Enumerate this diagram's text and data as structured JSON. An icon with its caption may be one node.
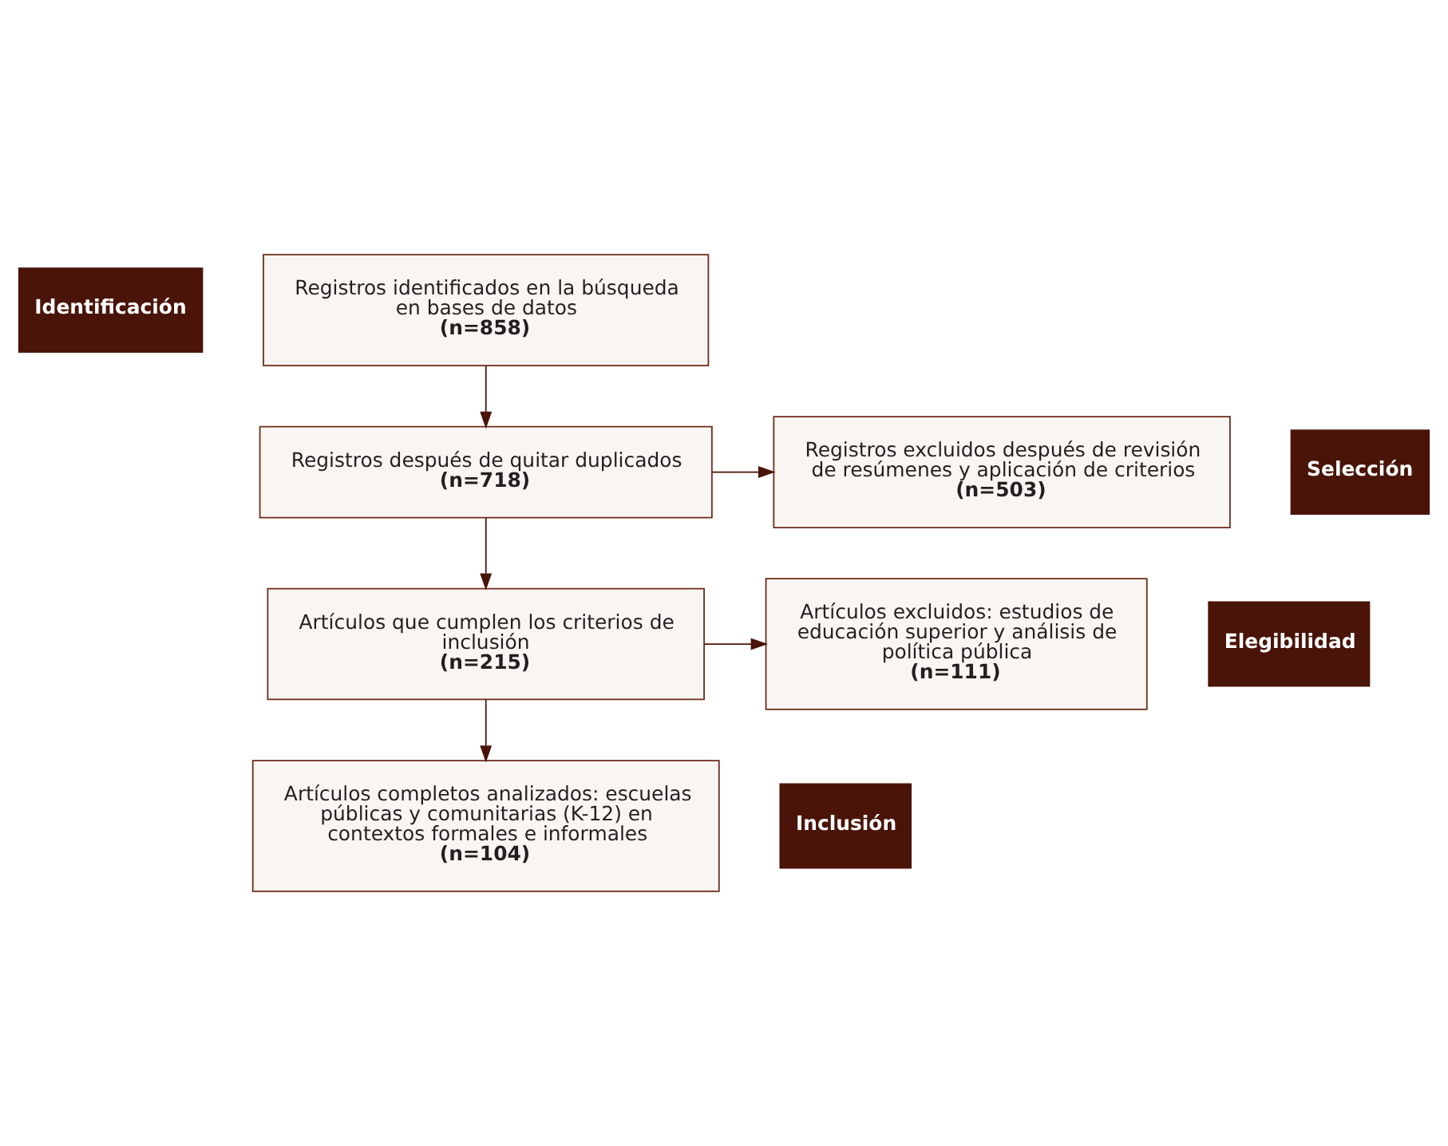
{
  "diagram": {
    "nodes": [
      {
        "text": [
          "Identificación"
        ]
      },
      {
        "text": [
          "Registros identificados en la búsqueda en bases de datos",
          "(n=858)"
        ]
      },
      {
        "text": [
          "Selección"
        ]
      },
      {
        "text": [
          "Registros después de quitar duplicados",
          "(n=718)"
        ]
      },
      {
        "text": [
          "Registros excluidos después de revisión de resúmenes y aplicación de criterios",
          "(n=503)"
        ]
      },
      {
        "text": [
          "Elegibilidad"
        ]
      },
      {
        "text": [
          "Artículos que cumplen los criterios de inclusión",
          "(n=215)"
        ]
      },
      {
        "text": [
          "Artículos excluidos: estudios de educación superior y análisis de política pública",
          "(n=111)"
        ]
      },
      {
        "text": [
          "Inclusión"
        ]
      },
      {
        "text": [
          "Artículos completos analizados: escuelas públicas y comunitarias (K-12) en contextos formales e informales",
          "(n=104)"
        ]
      }
    ],
    "edges": [
      {
        "from": 1,
        "to": 3,
        "arrow": "to"
      },
      {
        "from": 3,
        "to": 4,
        "arrow": "to"
      },
      {
        "from": 3,
        "to": 6,
        "arrow": "to"
      },
      {
        "from": 6,
        "to": 7,
        "arrow": "to"
      },
      {
        "from": 6,
        "to": 9,
        "arrow": "to"
      }
    ]
  }
}
